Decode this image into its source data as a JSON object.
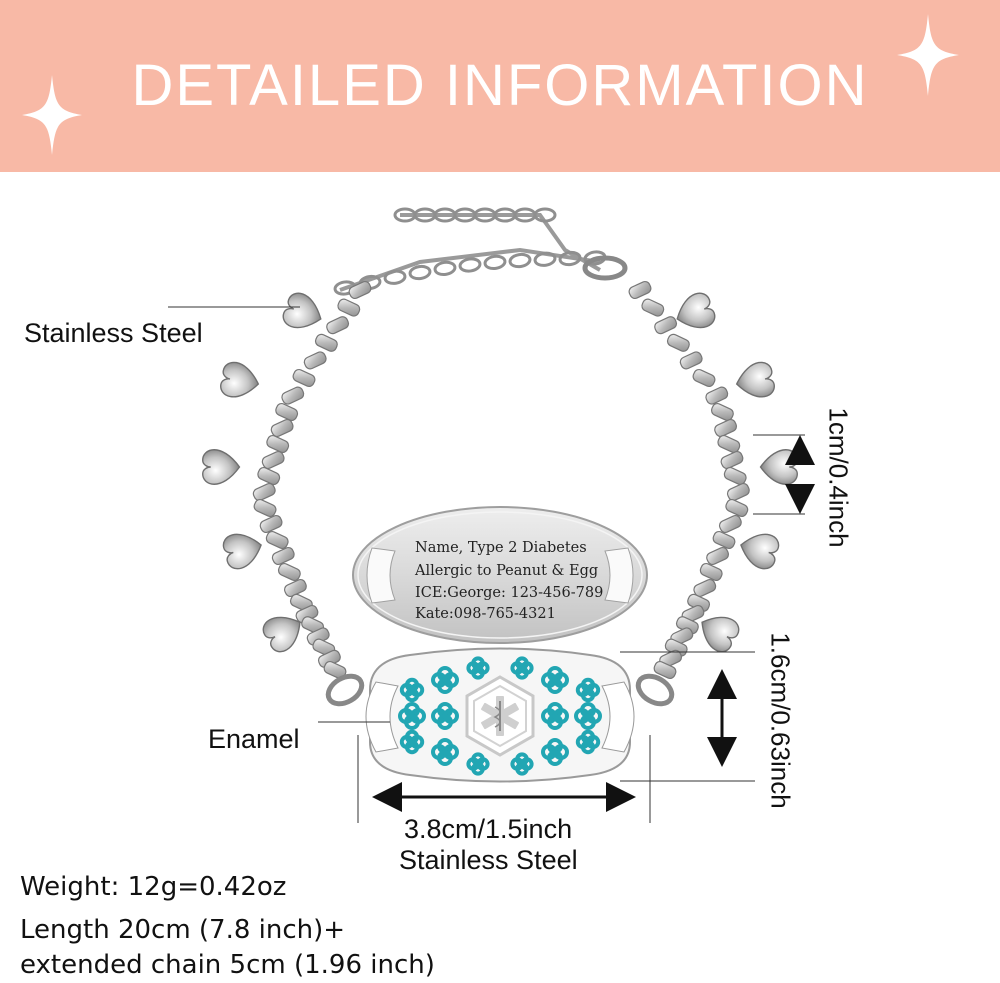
{
  "banner": {
    "title": "DETAILED INFORMATION"
  },
  "labels": {
    "chain_material": "Stainless Steel",
    "tag_material": "Enamel",
    "chain_width": "1cm/0.4inch",
    "tag_height": "1.6cm/0.63inch",
    "tag_width": "3.8cm/1.5inch",
    "tag_width_material": "Stainless Steel"
  },
  "engraving": {
    "line1": "Name, Type 2 Diabetes",
    "line2": "Allergic to Peanut & Egg",
    "line3": "ICE:George: 123-456-789",
    "line4": "Kate:098-765-4321"
  },
  "specs": {
    "weight": "Weight: 12g=0.42oz",
    "length": "Length 20cm (7.8 inch)+",
    "extension": "extended chain 5cm (1.96 inch)"
  },
  "colors": {
    "banner": "#f8b9a6",
    "enamel": "#22a6b3",
    "steel": "#c9c9c9"
  },
  "icons": [
    "sparkle-icon",
    "medical-alert-star-of-life-icon",
    "heart-bead-icon"
  ]
}
